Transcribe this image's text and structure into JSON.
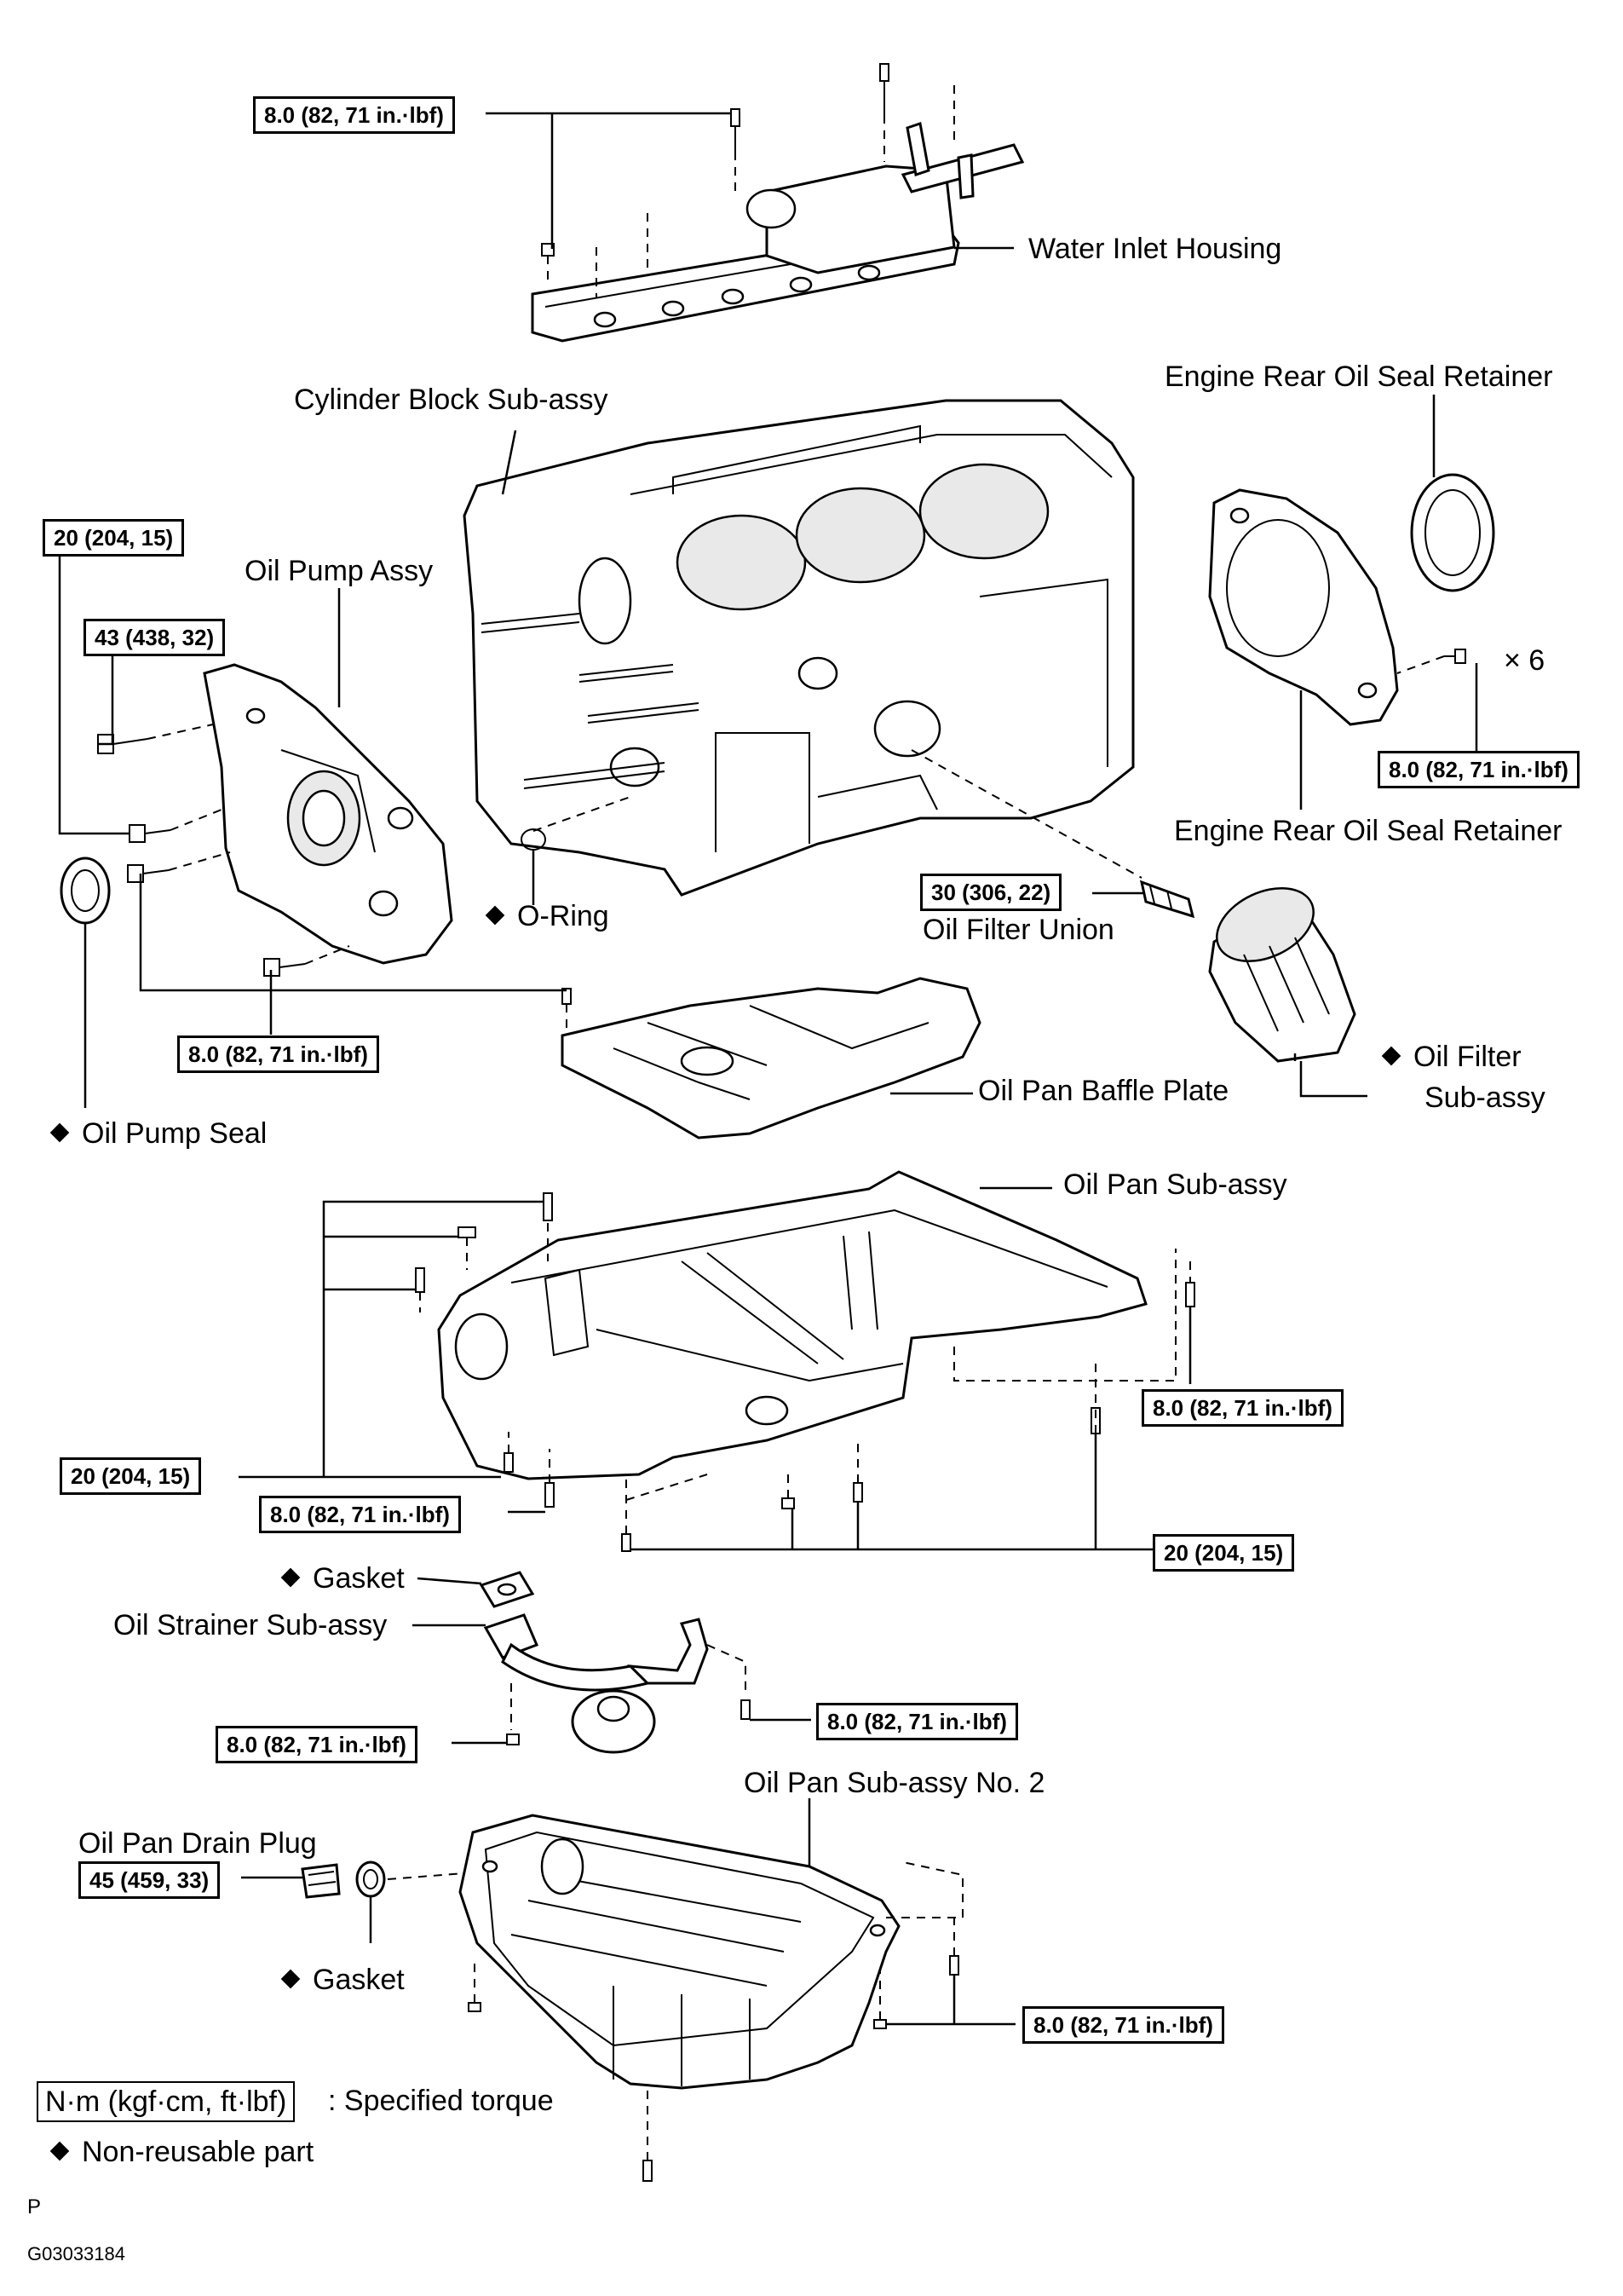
{
  "labels": {
    "water_inlet_housing": "Water Inlet Housing",
    "engine_rear_oil_seal_retainer_top": "Engine Rear Oil Seal Retainer",
    "engine_rear_oil_seal_retainer_bottom": "Engine Rear Oil Seal Retainer",
    "cylinder_block": "Cylinder Block Sub-assy",
    "oil_pump_assy": "Oil Pump Assy",
    "o_ring": "O-Ring",
    "oil_filter_union": "Oil Filter Union",
    "oil_filter_line1": "Oil Filter",
    "oil_filter_line2": "Sub-assy",
    "oil_pan_baffle_plate": "Oil Pan Baffle Plate",
    "oil_pump_seal": "Oil Pump Seal",
    "oil_pan_sub_assy": "Oil Pan Sub-assy",
    "gasket_strainer": "Gasket",
    "oil_strainer": "Oil Strainer  Sub-assy",
    "oil_pan_no2": "Oil Pan Sub-assy No. 2",
    "oil_pan_drain_plug": "Oil Pan Drain Plug",
    "gasket_drain": "Gasket",
    "times_six": "× 6"
  },
  "torques": {
    "water_inlet": "8.0 (82, 71 in.·lbf)",
    "oil_pump_20": "20 (204, 15)",
    "oil_pump_43": "43 (438, 32)",
    "rear_retainer": "8.0 (82, 71 in.·lbf)",
    "filter_union": "30 (306, 22)",
    "baffle": "8.0 (82, 71 in.·lbf)",
    "oil_pan_right": "8.0 (82, 71 in.·lbf)",
    "oil_pan_left_20": "20 (204, 15)",
    "oil_pan_left_8": "8.0 (82, 71 in.·lbf)",
    "oil_pan_bottom_20": "20 (204, 15)",
    "strainer_right": "8.0 (82, 71 in.·lbf)",
    "strainer_left": "8.0 (82, 71 in.·lbf)",
    "drain_plug": "45 (459, 33)",
    "pan2_right": "8.0 (82, 71 in.·lbf)"
  },
  "legend": {
    "unit_box": "N·m (kgf·cm, ft·lbf)",
    "specified_torque": ": Specified torque",
    "non_reusable": "Non-reusable part"
  },
  "footer": {
    "letter": "P",
    "figure_id": "G03033184"
  }
}
